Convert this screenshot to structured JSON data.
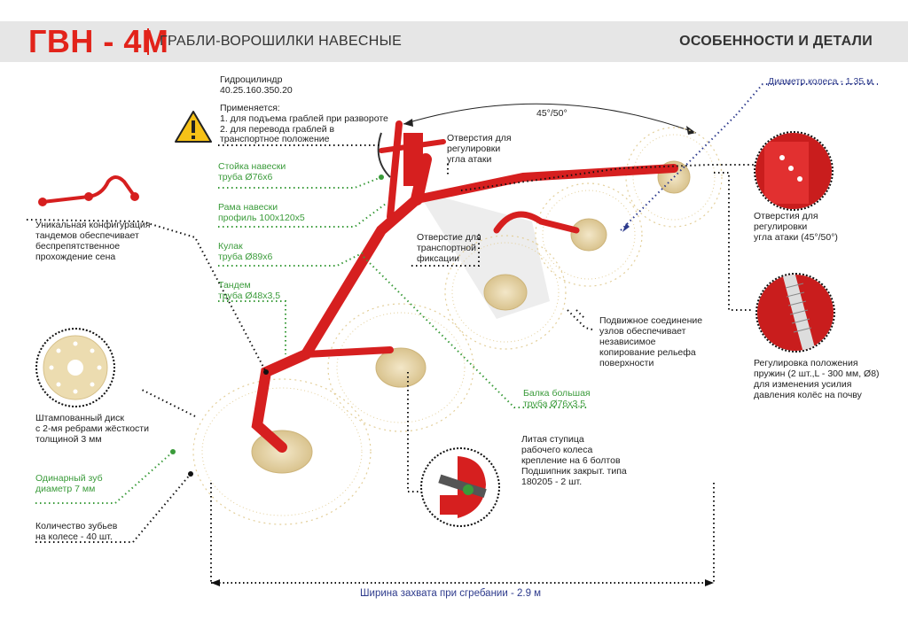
{
  "header": {
    "model": "ГВН - 4М",
    "subtitle": "ГРАБЛИ-ВОРОШИЛКИ НАВЕСНЫЕ",
    "section": "ОСОБЕННОСТИ И ДЕТАЛИ"
  },
  "labels": {
    "hydro_1": "Гидроцилиндр",
    "hydro_2": "40.25.160.350.20",
    "apply_title": "Применяется:",
    "apply_1": "1. для подъема граблей при развороте",
    "apply_2": "2. для перевода граблей в",
    "apply_3": "транспортное положение",
    "angle": "45°/50°",
    "wheel_diam": "Диаметр колеса - 1.35 м",
    "stand_1": "Стойка навески",
    "stand_2": "труба Ø76х6",
    "frame_1": "Рама навески",
    "frame_2": "профиль 100х120х5",
    "cam_1": "Кулак",
    "cam_2": "труба Ø89х6",
    "tandem_1": "Тандем",
    "tandem_2": "труба Ø48х3,5",
    "holes_c_1": "Отверстия для",
    "holes_c_2": "регулировки",
    "holes_c_3": "угла атаки",
    "transport_1": "Отверстие для",
    "transport_2": "транспортной",
    "transport_3": "фиксации",
    "unique_1": "Уникальная конфигурация",
    "unique_2": "тандемов обеспечивает",
    "unique_3": "беспрепятственное",
    "unique_4": "прохождение сена",
    "holes_r_1": "Отверстия для",
    "holes_r_2": "регулировки",
    "holes_r_3": "угла атаки (45°/50°)",
    "mobile_1": "Подвижное соединение",
    "mobile_2": "узлов обеспечивает",
    "mobile_3": "независимое",
    "mobile_4": "копирование рельефа",
    "mobile_5": "поверхности",
    "spring_1": "Регулировка положения",
    "spring_2": "пружин (2 шт.,L - 300 мм, Ø8)",
    "spring_3": "для изменения усилия",
    "spring_4": "давления колёс на почву",
    "beam_1": "Балка большая",
    "beam_2": "труба Ø76х3,5",
    "disk_1": "Штампованный диск",
    "disk_2": "с 2-мя ребрами жёсткости",
    "disk_3": "толщиной 3 мм",
    "hub_1": "Литая ступица",
    "hub_2": "рабочего колеса",
    "hub_3": "крепление на 6 болтов",
    "hub_4": "Подшипник закрыт. типа",
    "hub_5": "180205 - 2 шт.",
    "tooth_1": "Одинарный зуб",
    "tooth_2": "диаметр 7 мм",
    "count_1": "Количество зубьев",
    "count_2": "на колесе - 40 шт.",
    "width": "Ширина захвата при сгребании -  2.9 м"
  },
  "colors": {
    "brand": "#e2231a",
    "green": "#3a9b3a",
    "blue": "#2d3a8c",
    "tine": "#e3cf9a"
  },
  "icons": [
    "warning-icon"
  ]
}
